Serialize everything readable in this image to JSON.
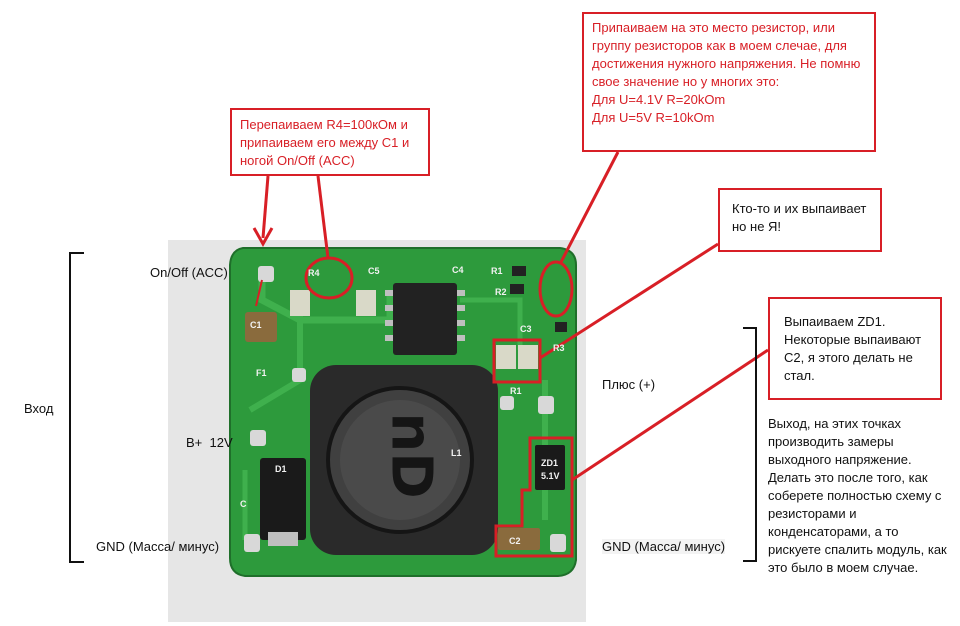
{
  "callouts": {
    "r4": {
      "text": "Перепаиваем R4=100кОм и припаиваем его между С1 и ногой On/Off (ACC)"
    },
    "resistor": {
      "line1": "Припаиваем на это место резистор, или группу резисторов как в моем слечае, для достижения нужного напряжения. Не помню свое значение но у многих это:",
      "line2": "Для U=4.1V R=20kOm",
      "line3": "Для U=5V R=10kOm"
    },
    "r1": {
      "text": "Кто-то и их выпаивает но не Я!"
    },
    "zd1": {
      "text": "Выпаиваем ZD1. Некоторые выпаивают С2, я этого делать не стал."
    }
  },
  "labels": {
    "onoff": "On/Off (ACC)",
    "vhod": "Вход",
    "bplus": "B+  12V",
    "gnd_left": "GND (Масса/ минус)",
    "plus": "Плюс (+)",
    "gnd_right": "GND (Масса/ минус)",
    "vyhod": "Выход, на этих точках производить замеры выходного напряжение. Делать это после того, как соберете полностью схему с резисторами и конденсаторами, а то рискуете спалить модуль, как это было в моем случае."
  },
  "board": {
    "R4": "R4",
    "C5": "C5",
    "C4": "C4",
    "R1a": "R1",
    "R2": "R2",
    "C1": "C1",
    "F1": "F1",
    "C3": "C3",
    "R3": "R3",
    "R1b": "R1",
    "L1": "L1",
    "D1": "D1",
    "C": "C",
    "ZD1": "ZD1",
    "ZD1v": "5.1V",
    "C2": "C2",
    "ind_mark": "nD"
  },
  "colors": {
    "callout": "#d81f26",
    "pcb": "#2d9a3c",
    "pcb_dark": "#1f7a2c",
    "inductor": "#333333"
  }
}
